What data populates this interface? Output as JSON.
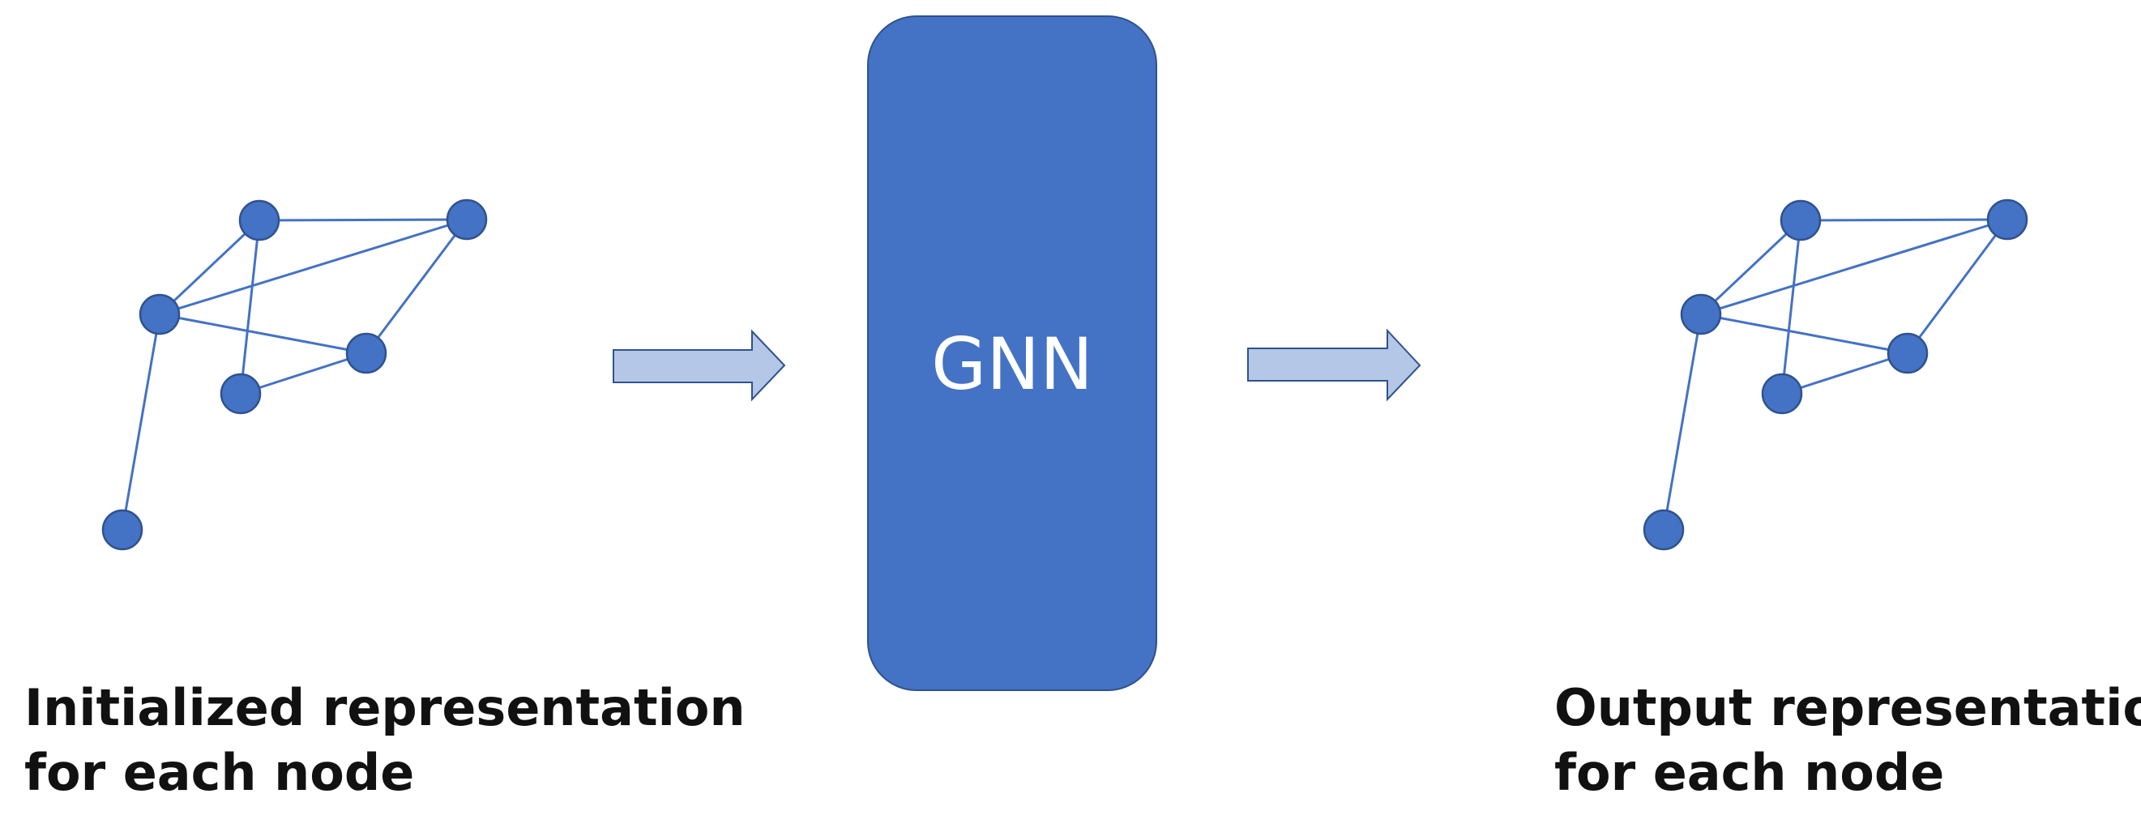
{
  "colors": {
    "node_fill": "#4472c4",
    "node_stroke": "#2f528f",
    "edge": "#4472c4",
    "gnn_box": "#4472c4",
    "arrow_fill": "#b4c7e7",
    "arrow_stroke": "#2f528f"
  },
  "model": {
    "label": "GNN"
  },
  "input_graph": {
    "caption_line1": "Initialized representation",
    "caption_line2": "for each node"
  },
  "output_graph": {
    "caption_line1": "Output representation",
    "caption_line2": "for each node"
  },
  "graph": {
    "nodes": [
      "n1",
      "n2",
      "n3",
      "n4",
      "n5",
      "n6"
    ],
    "edges": [
      [
        "n1",
        "n2"
      ],
      [
        "n1",
        "n3"
      ],
      [
        "n1",
        "n4"
      ],
      [
        "n2",
        "n3"
      ],
      [
        "n2",
        "n5"
      ],
      [
        "n3",
        "n6"
      ],
      [
        "n3",
        "n5"
      ],
      [
        "n5",
        "n4"
      ]
    ]
  }
}
